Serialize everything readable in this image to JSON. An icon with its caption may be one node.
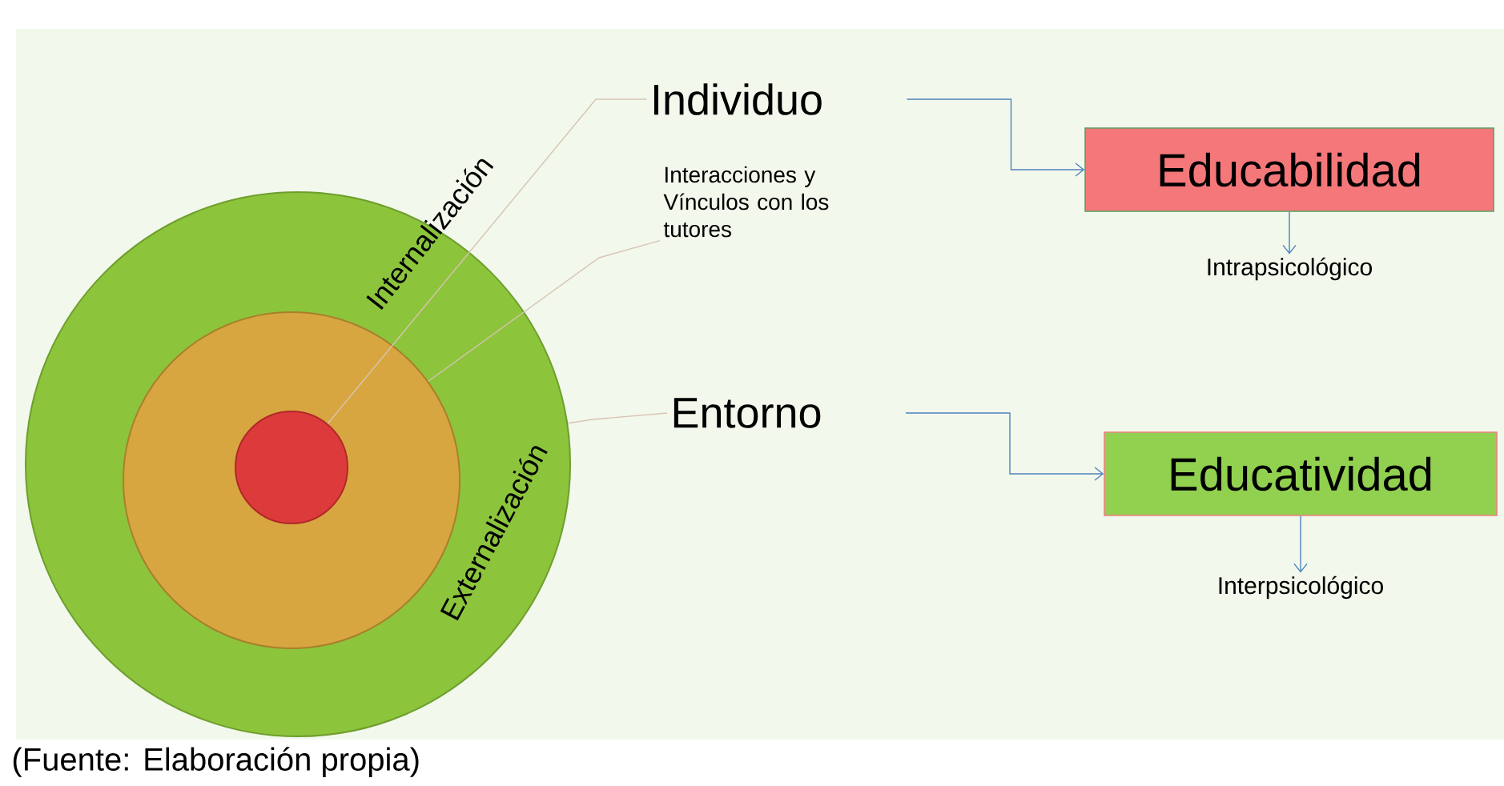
{
  "diagram": {
    "caption": "(Fuente: Elaboración propia)",
    "nodes": [
      {
        "text": [],
        "shape": "circle"
      },
      {
        "text": [],
        "shape": "circle",
        "in": 0
      },
      {
        "text": [],
        "shape": "circle",
        "in": 1
      },
      {
        "text": [
          "Individuo"
        ]
      },
      {
        "text": [
          "Interacciones y Vínculos con los tutores"
        ]
      },
      {
        "text": [
          "Entorno"
        ]
      },
      {
        "text": [
          "Educabilidad"
        ]
      },
      {
        "text": [
          "Intrapsicológico"
        ]
      },
      {
        "text": [
          "Educatividad"
        ]
      },
      {
        "text": [
          "Interpsicológico"
        ]
      }
    ],
    "edges": [
      {
        "from": 3,
        "to": 2,
        "arrow": "none",
        "color": "#d8c4b2"
      },
      {
        "from": 4,
        "to": 1,
        "arrow": "none",
        "color": "#d8c4b2"
      },
      {
        "from": 5,
        "to": 0,
        "arrow": "none",
        "color": "#d8c4b2"
      },
      {
        "from": 3,
        "to": 6,
        "arrow": "to"
      },
      {
        "from": 5,
        "to": 8,
        "arrow": "to"
      },
      {
        "from": 6,
        "to": 7,
        "arrow": "to"
      },
      {
        "from": 8,
        "to": 9,
        "arrow": "to"
      }
    ],
    "labels": [
      "Internalización",
      "Externalización"
    ]
  }
}
